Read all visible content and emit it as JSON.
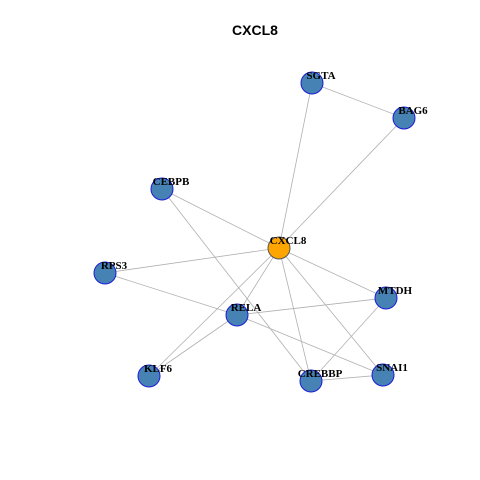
{
  "title": "CXCL8",
  "colors": {
    "node_fill": "#4682B4",
    "node_border": "#1C1CD8",
    "center_fill": "#FFA500",
    "center_border": "#555555",
    "edge": "#B0B0B0"
  },
  "nodes": [
    {
      "id": "SGTA",
      "label": "SGTA",
      "center": false
    },
    {
      "id": "BAG6",
      "label": "BAG6",
      "center": false
    },
    {
      "id": "CEBPB",
      "label": "CEBPB",
      "center": false
    },
    {
      "id": "CXCL8",
      "label": "CXCL8",
      "center": true
    },
    {
      "id": "RPS3",
      "label": "RPS3",
      "center": false
    },
    {
      "id": "MTDH",
      "label": "MTDH",
      "center": false
    },
    {
      "id": "RELA",
      "label": "RELA",
      "center": false
    },
    {
      "id": "KLF6",
      "label": "KLF6",
      "center": false
    },
    {
      "id": "SNAI1",
      "label": "SNAI1",
      "center": false
    },
    {
      "id": "CREBBP",
      "label": "CREBBP",
      "center": false
    }
  ],
  "edges": [
    [
      "SGTA",
      "BAG6"
    ],
    [
      "SGTA",
      "CXCL8"
    ],
    [
      "BAG6",
      "CXCL8"
    ],
    [
      "CEBPB",
      "CXCL8"
    ],
    [
      "CEBPB",
      "CREBBP"
    ],
    [
      "CXCL8",
      "RPS3"
    ],
    [
      "CXCL8",
      "MTDH"
    ],
    [
      "CXCL8",
      "RELA"
    ],
    [
      "CXCL8",
      "KLF6"
    ],
    [
      "CXCL8",
      "CREBBP"
    ],
    [
      "CXCL8",
      "SNAI1"
    ],
    [
      "RPS3",
      "RELA"
    ],
    [
      "RELA",
      "MTDH"
    ],
    [
      "RELA",
      "KLF6"
    ],
    [
      "RELA",
      "SNAI1"
    ],
    [
      "MTDH",
      "CREBBP"
    ],
    [
      "CREBBP",
      "SNAI1"
    ]
  ]
}
